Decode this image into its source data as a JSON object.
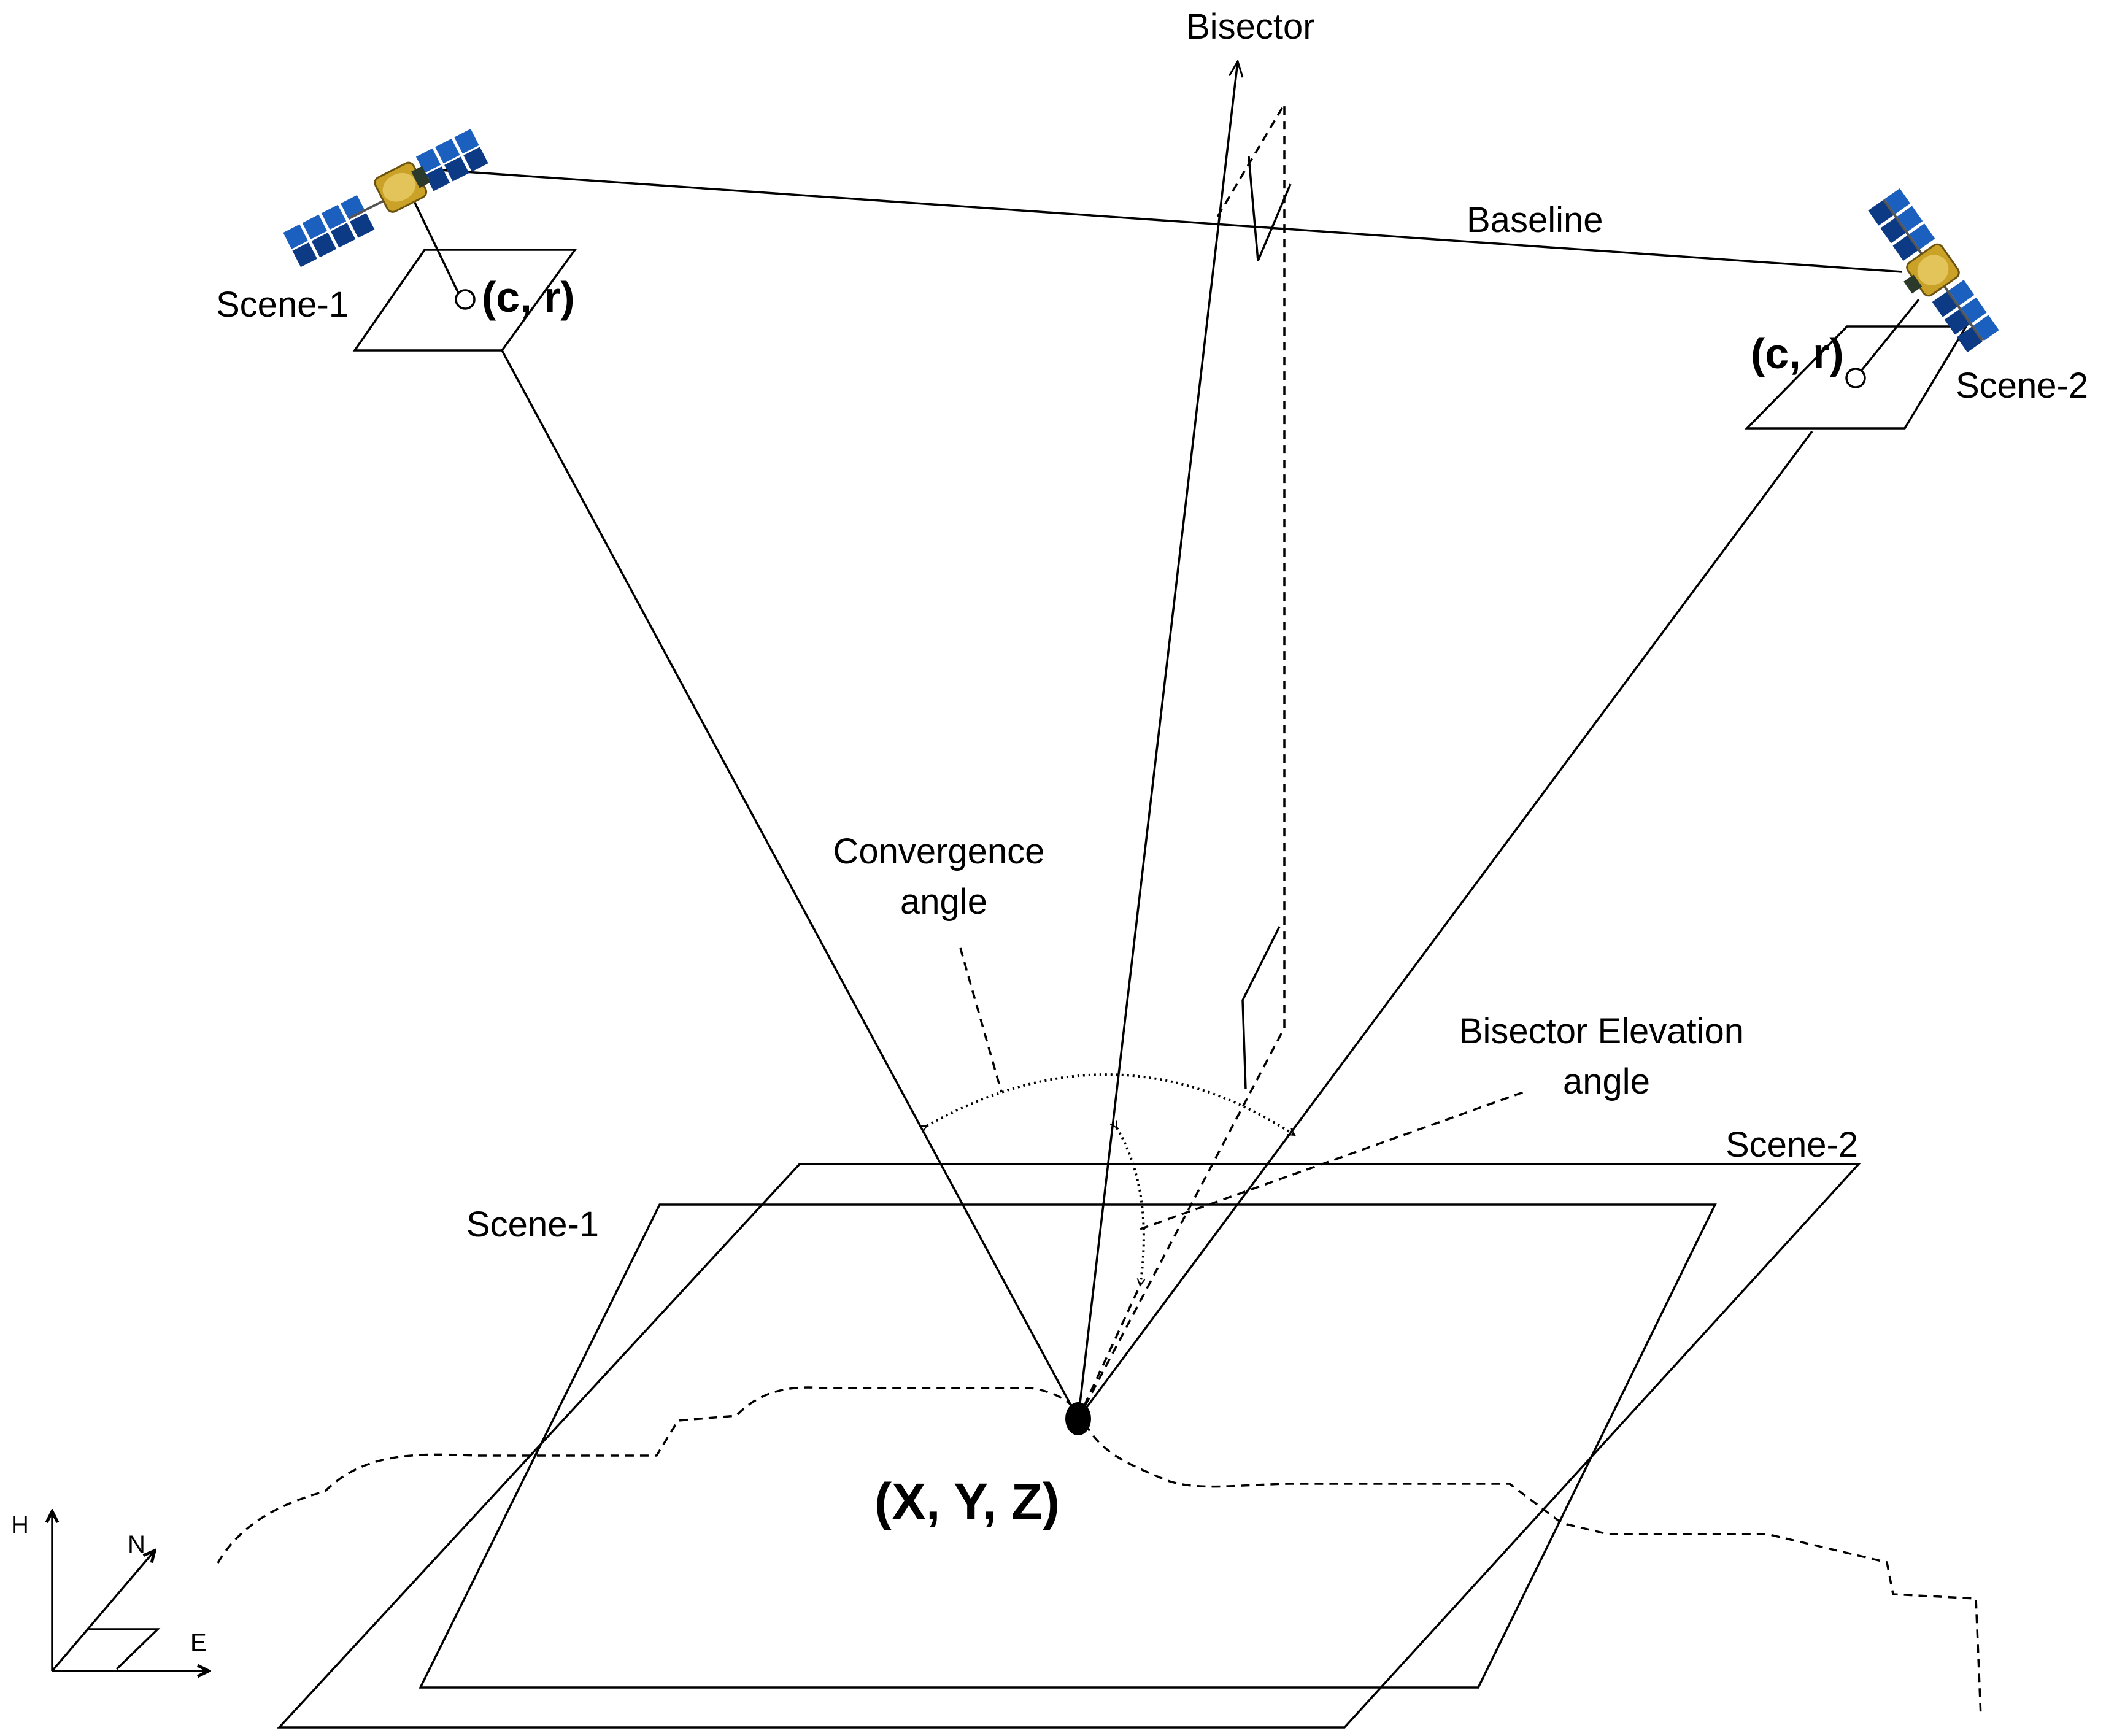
{
  "labels": {
    "bisector": "Bisector",
    "baseline": "Baseline",
    "image_scene_1": "Scene-1",
    "image_scene_2": "Scene-2",
    "image_point_1": "(c, r)",
    "image_point_2": "(c, r)",
    "convergence_angle_line1": "Convergence",
    "convergence_angle_line2": "angle",
    "bisector_elevation_line1": "Bisector Elevation",
    "bisector_elevation_line2": "angle",
    "ground_scene_1": "Scene-1",
    "ground_scene_2": "Scene-2",
    "ground_point": "(X, Y, Z)"
  },
  "axes": {
    "h": "H",
    "n": "N",
    "e": "E"
  },
  "icons": {
    "satellite": "satellite-icon"
  },
  "colors": {
    "lines": "#000000",
    "solar_panel": "#1b5fbf",
    "satellite_body": "#c9a227",
    "background": "#ffffff"
  }
}
